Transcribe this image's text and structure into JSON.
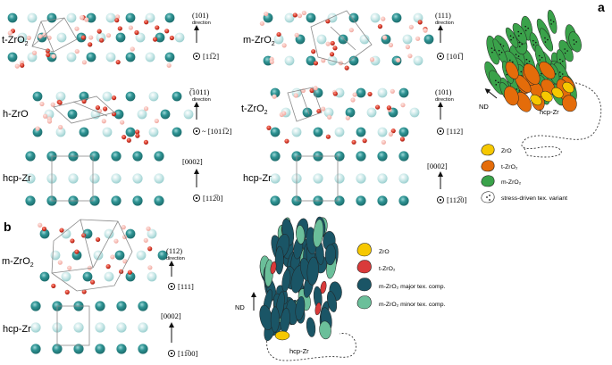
{
  "panels": {
    "a": {
      "letter": "a",
      "lattices": [
        {
          "id": "a-tzro2-1",
          "label": "t-ZrO",
          "sub": "2",
          "dir_top": "(101)",
          "dir_word": "direction",
          "dir_bottom": "[11̅2]"
        },
        {
          "id": "a-hzro",
          "label": "h-ZrO",
          "sub": "",
          "dir_top": "(̅1011)",
          "dir_word": "direction",
          "dir_bottom": "~ [1011̅2]"
        },
        {
          "id": "a-hcp-1",
          "label": "hcp-Zr",
          "sub": "",
          "dir_top": "[0002]",
          "dir_word": "",
          "dir_bottom": "[112̅0]"
        },
        {
          "id": "a-mzro2",
          "label": "m-ZrO",
          "sub": "2",
          "dir_top": "(111)",
          "dir_word": "direction",
          "dir_bottom": "[101̅]"
        },
        {
          "id": "a-tzro2-2",
          "label": "t-ZrO",
          "sub": "2",
          "dir_top": "(101)",
          "dir_word": "direction",
          "dir_bottom": "[112]"
        },
        {
          "id": "a-hcp-2",
          "label": "hcp-Zr",
          "sub": "",
          "dir_top": "[0002]",
          "dir_word": "",
          "dir_bottom": "[112̅0]"
        }
      ],
      "schematic": {
        "nd_label": "ND",
        "substrate_label": "hcp-Zr"
      },
      "legend": [
        {
          "label": "ZrO",
          "color": "#f6c800",
          "kind": "blob"
        },
        {
          "label": "t-ZrO₂",
          "color": "#e46c0a",
          "kind": "blob"
        },
        {
          "label": "m-ZrO₂",
          "color": "#3aa24a",
          "kind": "blob"
        },
        {
          "label": "stress-driven tex. variant",
          "color": "#ffffff",
          "kind": "dots"
        }
      ]
    },
    "b": {
      "letter": "b",
      "lattices": [
        {
          "id": "b-mzro2",
          "label": "m-ZrO",
          "sub": "2",
          "dir_top": "(112)",
          "dir_word": "direction",
          "dir_bottom": "[111]"
        },
        {
          "id": "b-hcp",
          "label": "hcp-Zr",
          "sub": "",
          "dir_top": "[0002]",
          "dir_word": "",
          "dir_bottom": "[11̅00]"
        }
      ],
      "schematic": {
        "nd_label": "ND",
        "substrate_label": "hcp-Zr"
      },
      "legend": [
        {
          "label": "ZrO",
          "color": "#f6c800"
        },
        {
          "label": "t-ZrO₂",
          "color": "#d93a3a"
        },
        {
          "label": "m-ZrO₂ major tex. comp.",
          "color": "#1a5566"
        },
        {
          "label": "m-ZrO₂ minor tex. comp.",
          "color": "#6bbf9a"
        }
      ]
    }
  },
  "colors": {
    "zr_dark": "#2f9494",
    "zr_light": "#bfe3e3",
    "o_red": "#d83a2a",
    "o_pink": "#f3b0a8",
    "m_green": "#3aa24a",
    "t_orange": "#e46c0a",
    "zro_yellow": "#f6c800",
    "m_major": "#1a5566",
    "m_minor": "#6bbf9a",
    "t_red": "#d93a3a"
  }
}
